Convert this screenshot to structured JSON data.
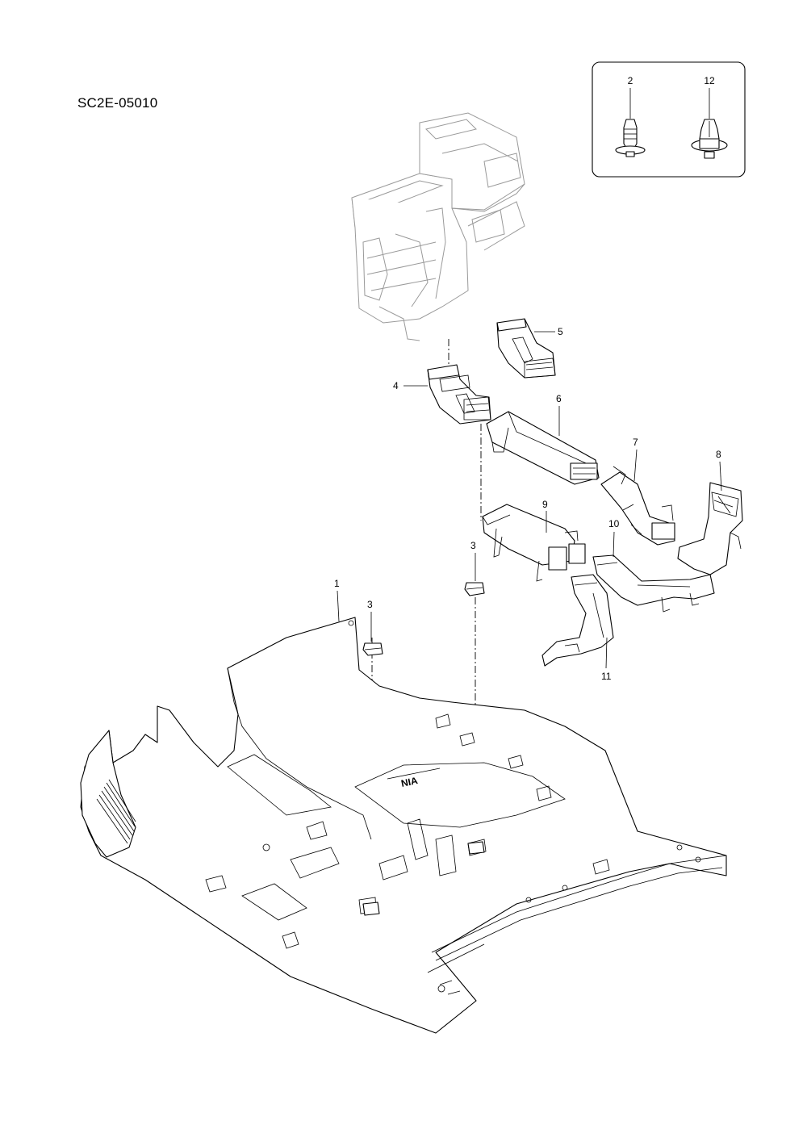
{
  "diagram_code": "SC2E-05010",
  "callouts": {
    "c1": "1",
    "c2": "2",
    "c3a": "3",
    "c3b": "3",
    "c4": "4",
    "c5": "5",
    "c6": "6",
    "c7": "7",
    "c8": "8",
    "c9": "9",
    "c10": "10",
    "c11": "11",
    "c12": "12"
  },
  "floor_marking": "NIA"
}
